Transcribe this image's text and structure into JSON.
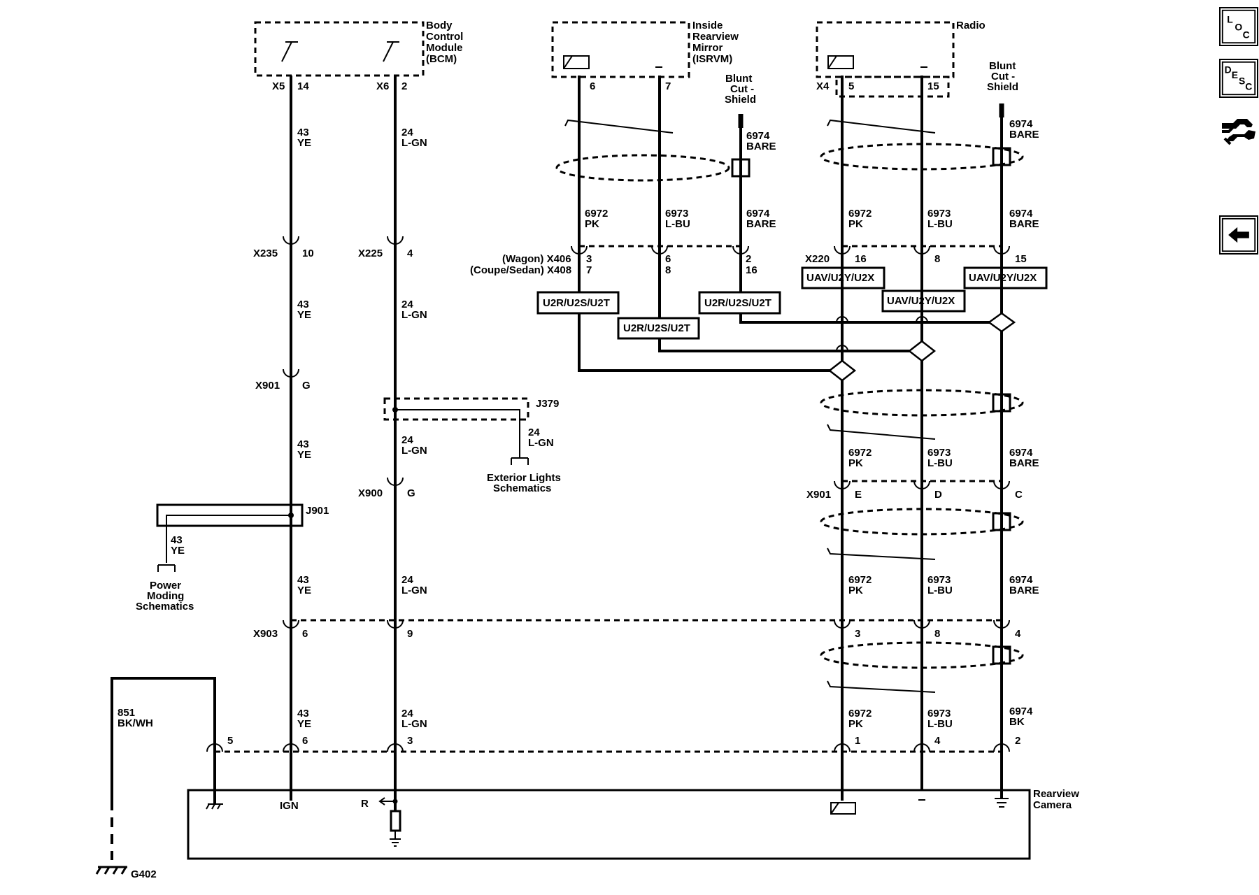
{
  "modules": {
    "bcm": [
      "Body",
      "Control",
      "Module",
      "(BCM)"
    ],
    "isrvm": [
      "Inside",
      "Rearview",
      "Mirror",
      "(ISRVM)"
    ],
    "radio": "Radio",
    "camera": [
      "Rearview",
      "Camera"
    ],
    "j379": "J379",
    "j901": "J901"
  },
  "blunt_cut": [
    "Blunt",
    "Cut -",
    "Shield"
  ],
  "pins": {
    "bcm_x5": "X5",
    "bcm_14": "14",
    "bcm_x6": "X6",
    "bcm_2": "2",
    "isrvm_6": "6",
    "isrvm_7": "7",
    "radio_x4": "X4",
    "radio_5": "5",
    "radio_15": "15",
    "x235": "X235",
    "x235_pin": "10",
    "x225": "X225",
    "x225_pin": "4",
    "x406": "(Wagon) X406",
    "x408": "(Coupe/Sedan) X408",
    "x406_a": "3",
    "x408_a": "7",
    "x406_b": "6",
    "x408_b": "8",
    "x406_c": "2",
    "x408_c": "16",
    "x220": "X220",
    "x220_a": "16",
    "x220_b": "8",
    "x220_c": "15",
    "x901_ye": "X901",
    "x901_ye_pin": "G",
    "x900": "X900",
    "x900_pin": "G",
    "x901_r": "X901",
    "x901_e": "E",
    "x901_d": "D",
    "x901_c": "C",
    "x903": "X903",
    "x903_6": "6",
    "x903_9": "9",
    "x903_3": "3",
    "x903_8": "8",
    "x903_4": "4",
    "cam_5": "5",
    "cam_6": "6",
    "cam_3": "3",
    "cam_1": "1",
    "cam_4": "4",
    "cam_2": "2"
  },
  "wires": {
    "ye_num": "43",
    "ye_col": "YE",
    "lgn_num": "24",
    "lgn_col": "L-GN",
    "pk_num": "6972",
    "pk_col": "PK",
    "lbu_num": "6973",
    "lbu_col": "L-BU",
    "bare_num": "6974",
    "bare_col": "BARE",
    "bk_col": "BK",
    "gnd_num": "851",
    "gnd_col": "BK/WH"
  },
  "options": {
    "u2r": "U2R/U2S/U2T",
    "uav": "UAV/U2Y/U2X"
  },
  "refs": {
    "ext_lights": [
      "Exterior Lights",
      "Schematics"
    ],
    "power_moding": [
      "Power",
      "Moding",
      "Schematics"
    ]
  },
  "camera_terms": {
    "ign": "IGN",
    "r": "R"
  },
  "ground_id": "G402",
  "nav": {
    "loc": [
      "L",
      "O",
      "C"
    ],
    "desc": [
      "D",
      "E",
      "S",
      "C"
    ],
    "icons": [
      "loc-icon",
      "desc-icon",
      "connector-icon",
      "back-arrow-icon"
    ]
  }
}
